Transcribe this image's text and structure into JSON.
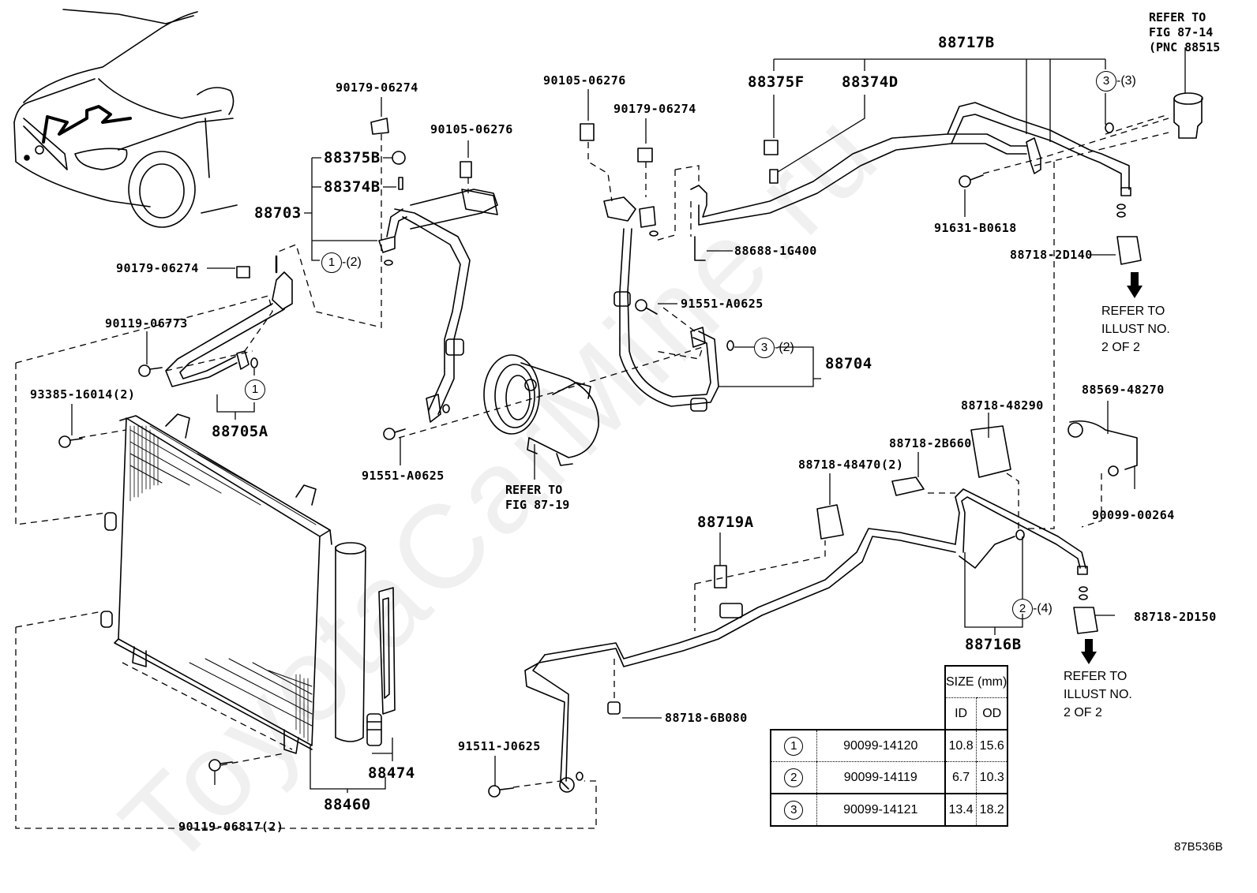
{
  "figure": {
    "figure_id": "87B536B",
    "watermark": "ToyotaCarMine.ru"
  },
  "labels": {
    "p90179_06274_a": "90179-06274",
    "p90105_06276_a": "90105-06276",
    "p88375B": "88375B",
    "p88374B": "88374B",
    "p88703": "88703",
    "p90179_06274_b": "90179-06274",
    "p90119_06773": "90119-06773",
    "p93385_16014": "93385-16014(2)",
    "p88705A": "88705A",
    "p91551_A0625_a": "91551-A0625",
    "p90105_06276_b": "90105-06276",
    "p90179_06274_c": "90179-06274",
    "p88375F": "88375F",
    "p88374D": "88374D",
    "p88717B": "88717B",
    "p88688_1G400": "88688-1G400",
    "p91631_B0618": "91631-B0618",
    "p88718_2D140": "88718-2D140",
    "p91551_A0625_b": "91551-A0625",
    "p88704": "88704",
    "p88718_48290": "88718-48290",
    "p88718_2B660": "88718-2B660",
    "p88718_48470": "88718-48470(2)",
    "p88719A": "88719A",
    "p88569_48270": "88569-48270",
    "p90099_00264": "90099-00264",
    "p88718_2D150": "88718-2D150",
    "p88716B": "88716B",
    "p88718_6B080": "88718-6B080",
    "p91511_J0625": "91511-J0625",
    "p88474": "88474",
    "p88460": "88460",
    "p90119_06817": "90119-06817(2)"
  },
  "callouts": {
    "c1_qty2": {
      "ref": "1",
      "qty": "-(2)"
    },
    "c1_solo": {
      "ref": "1"
    },
    "c3_qty2": {
      "ref": "3",
      "qty": "-(2)"
    },
    "c3_qty3": {
      "ref": "3",
      "qty": "-(3)"
    },
    "c2_qty4": {
      "ref": "2",
      "qty": "-(4)"
    }
  },
  "notes": {
    "expansion_valve": "REFER TO\nFIG 87-14\n(PNC 88515",
    "compressor": "REFER TO\nFIG 87-19",
    "illust_upper": "REFER TO\nILLUST NO.\n2 OF 2",
    "illust_lower": "REFER TO\nILLUST NO.\n2 OF 2"
  },
  "size_table": {
    "header": "SIZE (mm)",
    "col_id": "ID",
    "col_od": "OD",
    "rows": [
      {
        "ref": "1",
        "part_no": "90099-14120",
        "id": "10.8",
        "od": "15.6"
      },
      {
        "ref": "2",
        "part_no": "90099-14119",
        "id": "6.7",
        "od": "10.3"
      },
      {
        "ref": "3",
        "part_no": "90099-14121",
        "id": "13.4",
        "od": "18.2"
      }
    ]
  }
}
